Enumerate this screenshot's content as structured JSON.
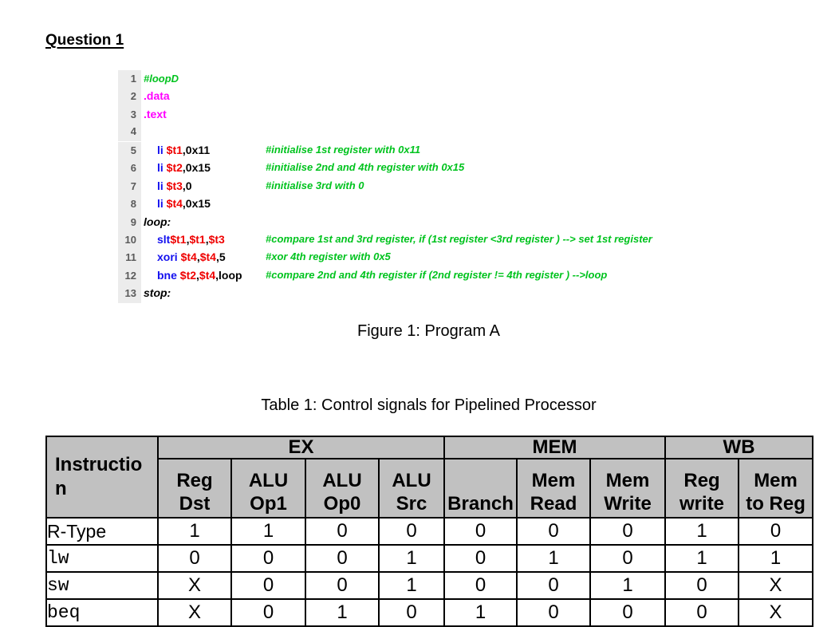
{
  "question": {
    "title": "Question 1"
  },
  "figure": {
    "caption": "Figure 1: Program A",
    "code": [
      {
        "n": "1",
        "ind": false,
        "tokens": [
          [
            "#loopD",
            "c"
          ]
        ],
        "comment": ""
      },
      {
        "n": "2",
        "ind": false,
        "tokens": [
          [
            ".data",
            "d"
          ]
        ],
        "comment": ""
      },
      {
        "n": "3",
        "ind": false,
        "tokens": [
          [
            ".text",
            "d"
          ]
        ],
        "comment": ""
      },
      {
        "n": "4",
        "ind": false,
        "tokens": [],
        "comment": ""
      },
      {
        "n": "5",
        "ind": true,
        "tokens": [
          [
            "li ",
            "k"
          ],
          [
            "$t1",
            "r"
          ],
          [
            ",0x11",
            "p"
          ]
        ],
        "comment": "#initialise 1st register with 0x11"
      },
      {
        "n": "6",
        "ind": true,
        "tokens": [
          [
            "li ",
            "k"
          ],
          [
            "$t2",
            "r"
          ],
          [
            ",0x15",
            "p"
          ]
        ],
        "comment": "#initialise 2nd and 4th register with 0x15"
      },
      {
        "n": "7",
        "ind": true,
        "tokens": [
          [
            "li ",
            "k"
          ],
          [
            "$t3",
            "r"
          ],
          [
            ",0",
            "p"
          ]
        ],
        "comment": "#initialise 3rd with 0"
      },
      {
        "n": "8",
        "ind": true,
        "tokens": [
          [
            "li ",
            "k"
          ],
          [
            "$t4",
            "r"
          ],
          [
            ",0x15",
            "p"
          ]
        ],
        "comment": ""
      },
      {
        "n": "9",
        "ind": false,
        "tokens": [
          [
            "loop:",
            "l"
          ]
        ],
        "comment": ""
      },
      {
        "n": "10",
        "ind": true,
        "tokens": [
          [
            "slt",
            "k"
          ],
          [
            "$t1",
            "r"
          ],
          [
            ",",
            "p"
          ],
          [
            "$t1",
            "r"
          ],
          [
            ",",
            "p"
          ],
          [
            "$t3",
            "r"
          ]
        ],
        "comment": "#compare 1st and 3rd register, if (1st register <3rd register ) --> set 1st register"
      },
      {
        "n": "11",
        "ind": true,
        "tokens": [
          [
            "xori ",
            "k"
          ],
          [
            "$t4",
            "r"
          ],
          [
            ",",
            "p"
          ],
          [
            "$t4",
            "r"
          ],
          [
            ",5",
            "p"
          ]
        ],
        "comment": "#xor 4th register with 0x5"
      },
      {
        "n": "12",
        "ind": true,
        "tokens": [
          [
            "bne ",
            "k"
          ],
          [
            "$t2",
            "r"
          ],
          [
            ",",
            "p"
          ],
          [
            "$t4",
            "r"
          ],
          [
            ",loop",
            "p"
          ]
        ],
        "comment": "#compare 2nd and 4th register if (2nd register != 4th register ) -->loop"
      },
      {
        "n": "13",
        "ind": false,
        "tokens": [
          [
            "stop:",
            "l"
          ]
        ],
        "comment": ""
      }
    ]
  },
  "table": {
    "caption": "Table 1: Control signals for Pipelined Processor",
    "instruction_header": "Instruction",
    "groups": [
      {
        "label": "EX",
        "span": 4
      },
      {
        "label": "MEM",
        "span": 3
      },
      {
        "label": "WB",
        "span": 2
      }
    ],
    "columns": [
      "Reg\nDst",
      "ALU\nOp1",
      "ALU\nOp0",
      "ALU\nSrc",
      "Branch",
      "Mem\nRead",
      "Mem\nWrite",
      "Reg\nwrite",
      "Mem\nto Reg"
    ],
    "rows": [
      {
        "instruction": "R-Type",
        "mono": false,
        "values": [
          "1",
          "1",
          "0",
          "0",
          "0",
          "0",
          "0",
          "1",
          "0"
        ]
      },
      {
        "instruction": "lw",
        "mono": true,
        "values": [
          "0",
          "0",
          "0",
          "1",
          "0",
          "1",
          "0",
          "1",
          "1"
        ]
      },
      {
        "instruction": "sw",
        "mono": true,
        "values": [
          "X",
          "0",
          "0",
          "1",
          "0",
          "0",
          "1",
          "0",
          "X"
        ]
      },
      {
        "instruction": "beq",
        "mono": true,
        "values": [
          "X",
          "0",
          "1",
          "0",
          "1",
          "0",
          "0",
          "0",
          "X"
        ]
      }
    ]
  },
  "colors": {
    "comment_green": "#00C31E",
    "directive_magenta": "#FF00FF",
    "mnemonic_blue": "#1310EF",
    "register_red": "#EF0000",
    "header_gray": "#C1C1C1",
    "gutter_gray": "#ECECEC"
  }
}
